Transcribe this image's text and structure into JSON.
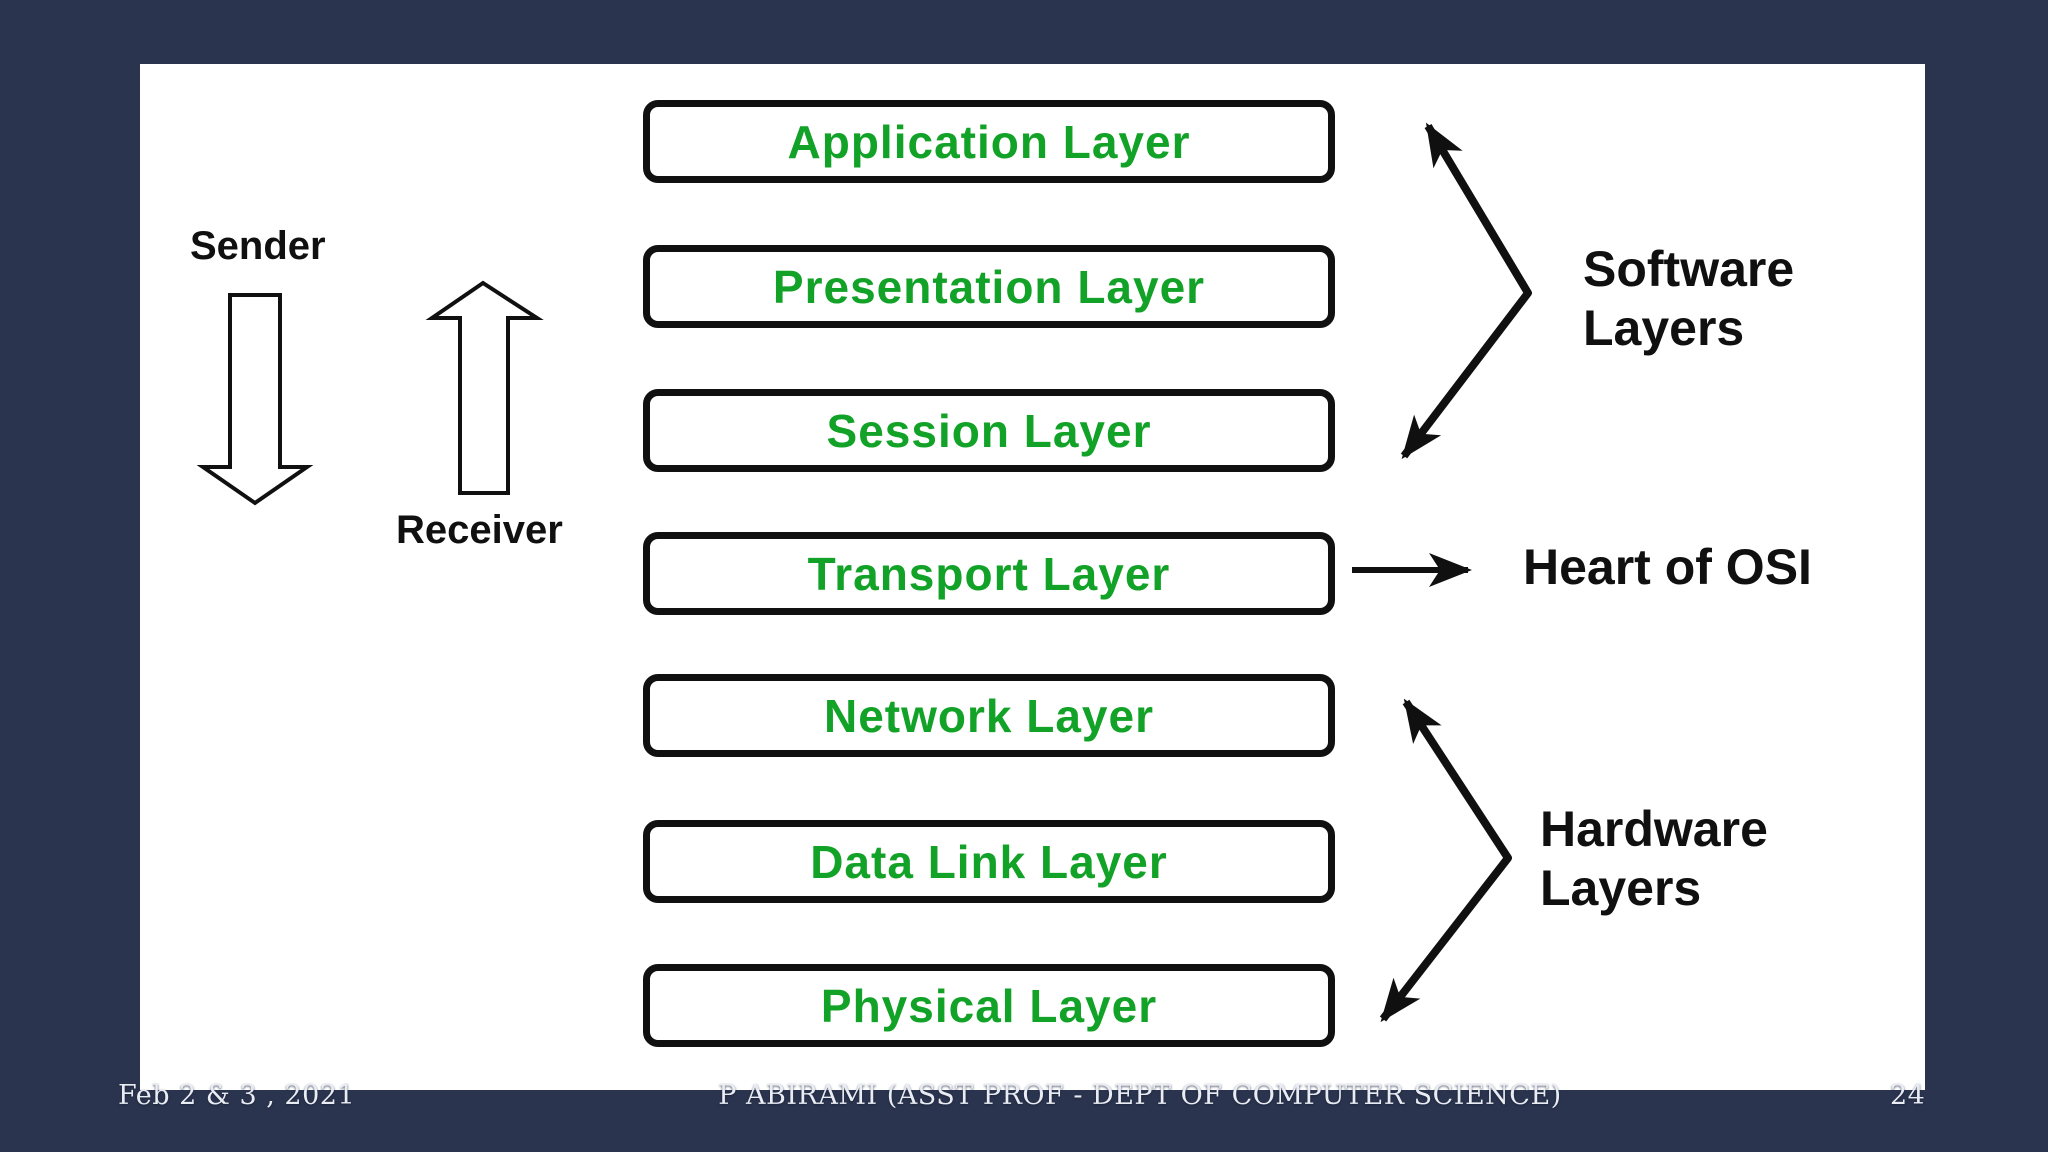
{
  "theme": {
    "bg_navy": "#2b344e",
    "surface_white": "#ffffff",
    "ink_black": "#101010",
    "layer_green": "#12a227",
    "footer_text": "#e9ecf3"
  },
  "diagram": {
    "sender_label": "Sender",
    "receiver_label": "Receiver",
    "software_group_label": "Software\nLayers",
    "heart_label": "Heart of OSI",
    "hardware_group_label": "Hardware\nLayers",
    "layers": [
      {
        "label": "Application Layer"
      },
      {
        "label": "Presentation Layer"
      },
      {
        "label": "Session Layer"
      },
      {
        "label": "Transport Layer"
      },
      {
        "label": "Network Layer"
      },
      {
        "label": "Data Link Layer"
      },
      {
        "label": "Physical Layer"
      }
    ]
  },
  "footer": {
    "date": "Feb 2 & 3 , 2021",
    "author": "P ABIRAMI (ASST PROF - DEPT OF COMPUTER SCIENCE)",
    "page_number": "24"
  }
}
